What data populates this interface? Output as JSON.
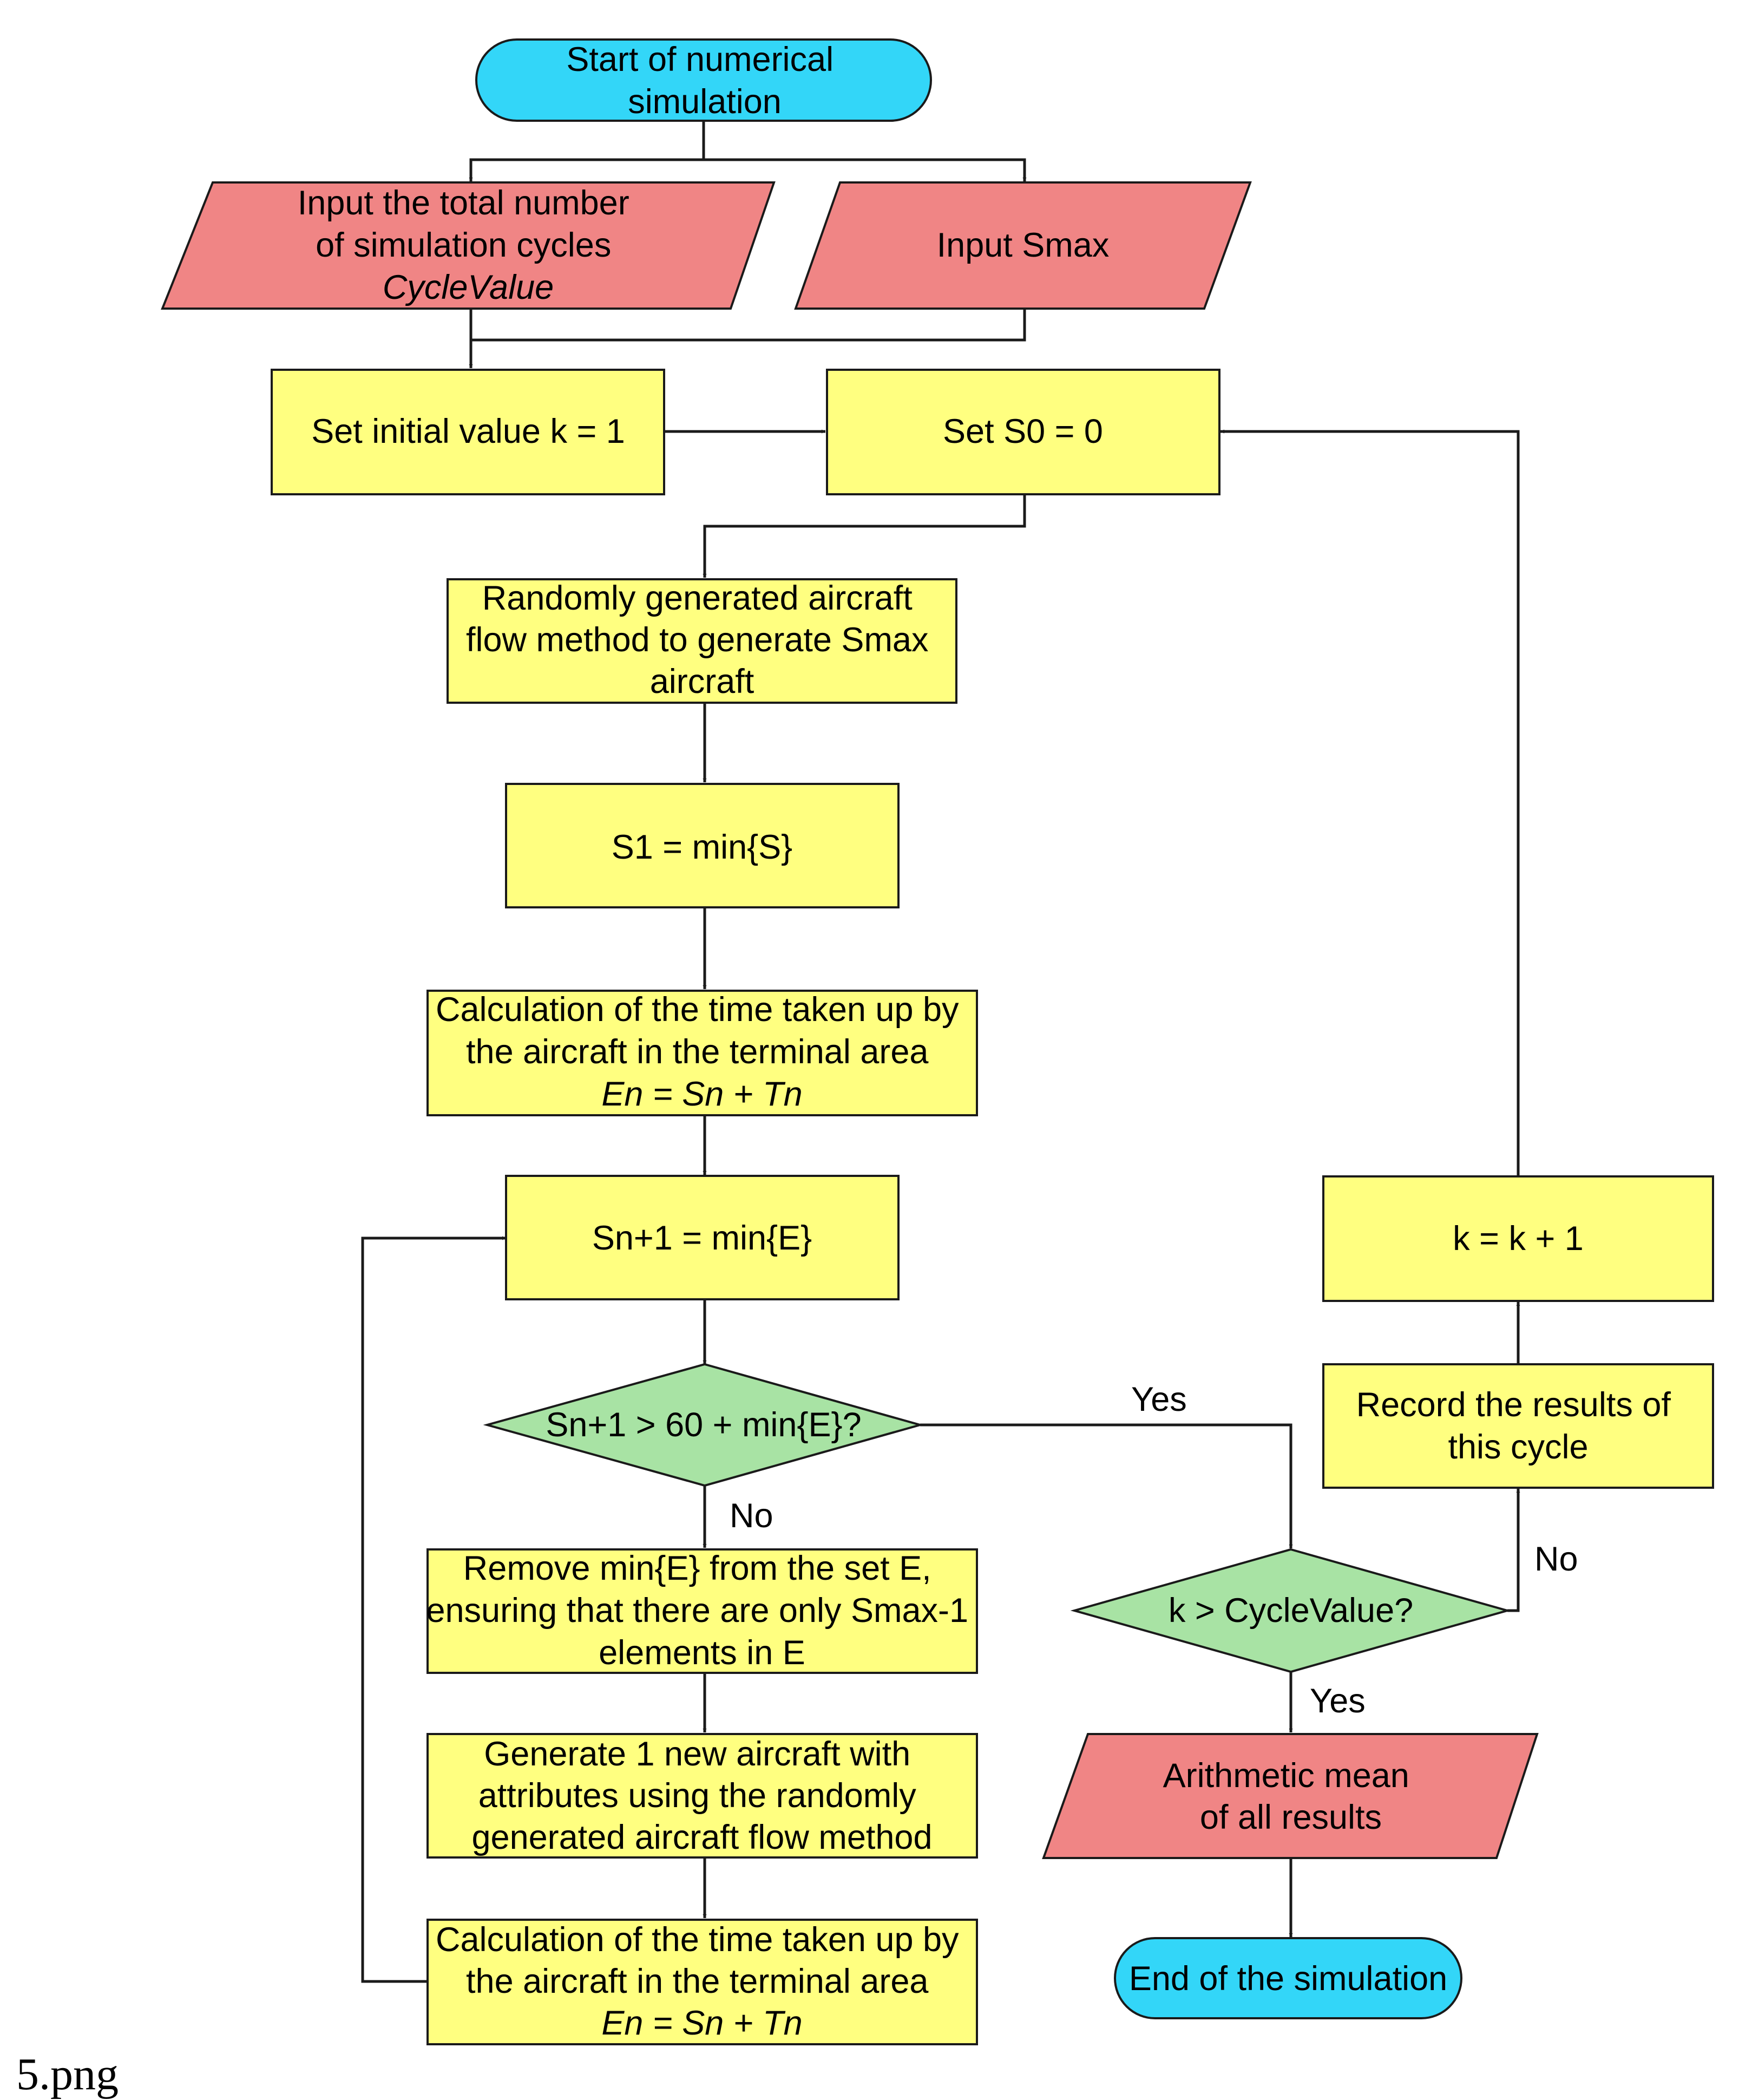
{
  "colors": {
    "terminal": "#33d6f8",
    "io": "#f08585",
    "process": "#ffff80",
    "decision": "#a8e3a4",
    "line": "#1a1a1a"
  },
  "nodes": {
    "start": [
      "Start of numerical",
      "simulation"
    ],
    "input_cycles": [
      "Input the total number",
      "of simulation cycles",
      "CycleValue"
    ],
    "input_smax": [
      "Input Smax"
    ],
    "set_k": [
      "Set initial value k = 1"
    ],
    "set_s0": [
      "Set S0 = 0"
    ],
    "generate": [
      "Randomly generated aircraft",
      "flow method to generate Smax",
      "aircraft"
    ],
    "s1": [
      "S1 = min{S}"
    ],
    "calc1": [
      "Calculation of the time taken up by",
      "the aircraft in the terminal area",
      "En = Sn + Tn"
    ],
    "sn1": [
      "Sn+1 = min{E}"
    ],
    "decision1": [
      "Sn+1 > 60 + min{E}?"
    ],
    "remove": [
      "Remove min{E} from the set E,",
      "ensuring that there are only Smax-1",
      "elements in E"
    ],
    "gen_new": [
      "Generate 1 new aircraft with",
      "attributes using the randomly",
      "generated aircraft flow method"
    ],
    "calc2": [
      "Calculation of the time taken up by",
      "the aircraft in the terminal area",
      "En = Sn + Tn"
    ],
    "decision2": [
      "k > CycleValue?"
    ],
    "mean": [
      "Arithmetic mean",
      "of all results"
    ],
    "end": [
      "End of the simulation"
    ],
    "record": [
      "Record the results of",
      "this cycle"
    ],
    "k_inc": [
      "k = k + 1"
    ]
  },
  "edge_labels": {
    "d1_yes": "Yes",
    "d1_no": "No",
    "d2_yes": "Yes",
    "d2_no": "No"
  },
  "caption": "5.png"
}
